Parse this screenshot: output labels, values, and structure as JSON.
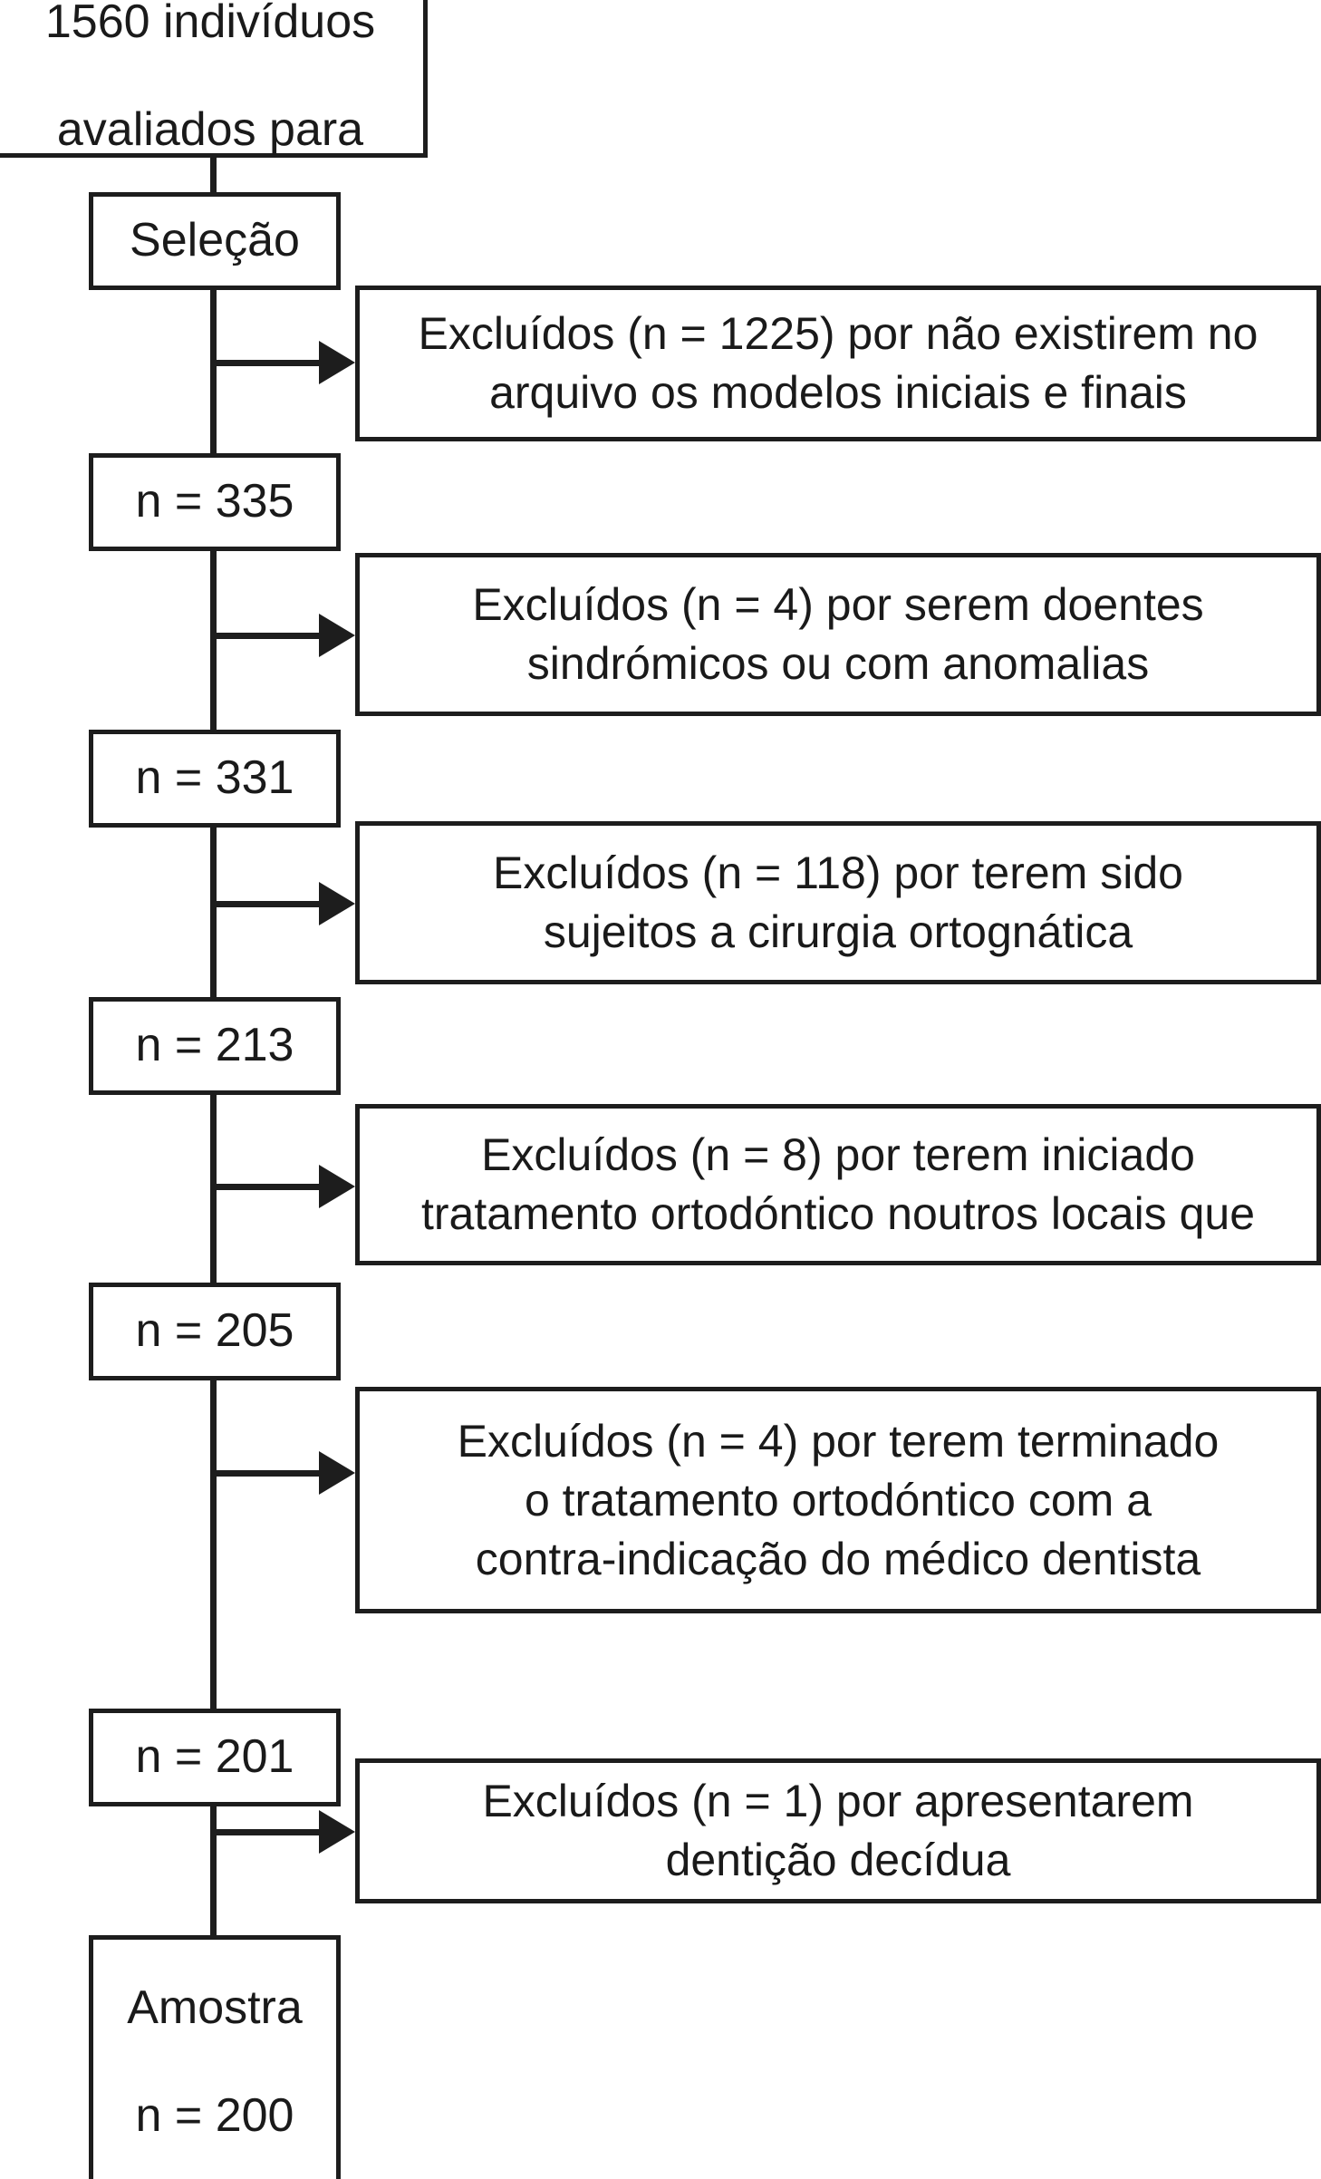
{
  "figure": {
    "type": "flowchart",
    "title": "Fluxograma de selecao da amostra",
    "language": "pt-PT",
    "colors": {
      "stroke": "#1d1d1d",
      "background": "#ffffff",
      "text": "#1a1a1a"
    }
  },
  "flow_nodes": [
    {
      "id": "assessed",
      "lines": [
        "1560 indivíduos",
        "avaliados para"
      ],
      "n": 1560
    },
    {
      "id": "selecao",
      "lines": [
        "Seleção"
      ],
      "n": null
    },
    {
      "id": "n335",
      "lines": [
        "n = 335"
      ],
      "n": 335
    },
    {
      "id": "n331",
      "lines": [
        "n = 331"
      ],
      "n": 331
    },
    {
      "id": "n213",
      "lines": [
        "n = 213"
      ],
      "n": 213
    },
    {
      "id": "n205",
      "lines": [
        "n = 205"
      ],
      "n": 205
    },
    {
      "id": "n201",
      "lines": [
        "n = 201"
      ],
      "n": 201
    },
    {
      "id": "amostra",
      "lines": [
        "Amostra",
        "n = 200"
      ],
      "n": 200
    }
  ],
  "exclusion_nodes": [
    {
      "id": "excl1225",
      "n": 1225,
      "lines": [
        "Excluídos (n = 1225) por não existirem no",
        "arquivo os modelos iniciais e finais"
      ]
    },
    {
      "id": "excl4a",
      "n": 4,
      "lines": [
        "Excluídos (n = 4) por serem doentes",
        "sindrómicos ou com anomalias"
      ]
    },
    {
      "id": "excl118",
      "n": 118,
      "lines": [
        "Excluídos (n = 118) por terem sido",
        "sujeitos a cirurgia ortognática"
      ]
    },
    {
      "id": "excl8",
      "n": 8,
      "lines": [
        "Excluídos (n = 8) por terem iniciado",
        "tratamento ortodóntico noutros locais que"
      ]
    },
    {
      "id": "excl4b",
      "n": 4,
      "lines": [
        "Excluídos (n = 4) por terem terminado",
        "o tratamento ortodóntico com a",
        "contra-indicação do médico dentista"
      ]
    },
    {
      "id": "excl1",
      "n": 1,
      "lines": [
        "Excluídos (n = 1) por apresentarem",
        "dentição decídua"
      ]
    }
  ]
}
